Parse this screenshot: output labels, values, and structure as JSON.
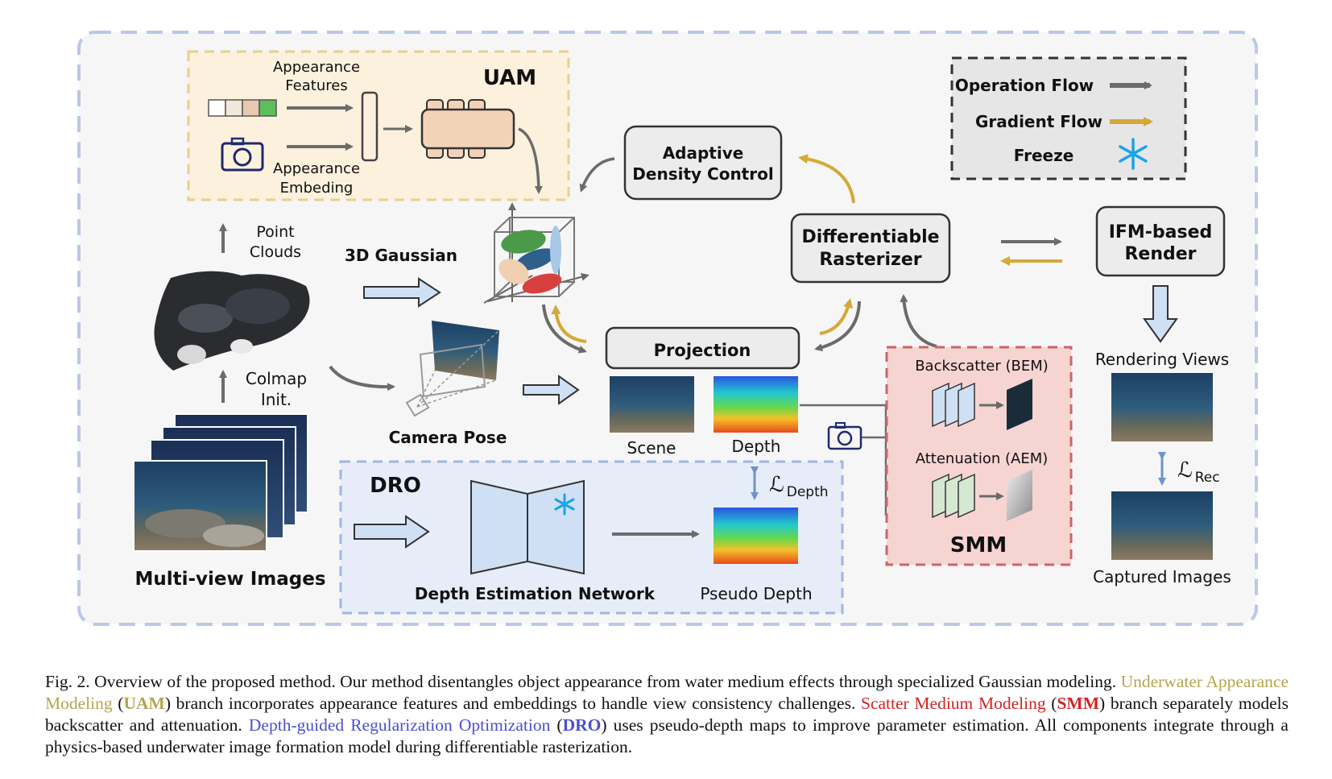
{
  "figure": {
    "uam": {
      "title": "UAM",
      "appearance_features_line1": "Appearance",
      "appearance_features_line2": "Features",
      "appearance_embedding_line1": "Appearance",
      "appearance_embedding_line2": "Embeding"
    },
    "adaptive_density_line1": "Adaptive",
    "adaptive_density_line2": "Density Control",
    "legend": {
      "operation_flow": "Operation Flow",
      "gradient_flow": "Gradient Flow",
      "freeze": "Freeze"
    },
    "point_clouds_line1": "Point",
    "point_clouds_line2": "Clouds",
    "gaussian_label": "3D Gaussian",
    "diff_raster_line1": "Differentiable",
    "diff_raster_line2": "Rasterizer",
    "ifm_line1": "IFM-based",
    "ifm_line2": "Render",
    "colmap_line1": "Colmap",
    "colmap_line2": "Init.",
    "projection": "Projection",
    "camera_pose": "Camera Pose",
    "scene": "Scene",
    "depth": "Depth",
    "rendering_views": "Rendering Views",
    "captured_images": "Captured Images",
    "loss_symbol": "ℒ",
    "loss_rec_sub": "Rec",
    "loss_depth_sub": "Depth",
    "multi_view_images": "Multi-view Images",
    "smm": {
      "title": "SMM",
      "backscatter": "Backscatter (BEM)",
      "attenuation": "Attenuation (AEM)"
    },
    "dro": {
      "title": "DRO",
      "depth_network": "Depth Estimation Network",
      "pseudo_depth": "Pseudo Depth"
    },
    "colors": {
      "operation_arrow": "#6b6b6b",
      "gradient_arrow": "#d4a936",
      "uam_bg": "#fbf1dd",
      "smm_bg": "#f6d4d2",
      "dro_bg": "#e6edf8",
      "freeze_icon": "#1aa3e8"
    }
  },
  "caption": {
    "p1": "Fig. 2.  Overview of the proposed method. Our method disentangles object appearance from water medium effects through specialized Gaussian modeling. ",
    "uam_full": "Underwater Appearance Modeling",
    "p2": " (",
    "uam_abbr": "UAM",
    "p3": ") branch incorporates appearance features and embeddings to handle view consistency challenges. ",
    "smm_full": "Scatter Medium Modeling",
    "p4": " (",
    "smm_abbr": "SMM",
    "p5": ") branch separately models backscatter and attenuation. ",
    "dro_full": "Depth-guided Regularization Optimization",
    "p6": " (",
    "dro_abbr": "DRO",
    "p7": ") uses pseudo-depth maps to improve parameter estimation. All components integrate through a physics-based underwater image formation model during differentiable rasterization."
  }
}
